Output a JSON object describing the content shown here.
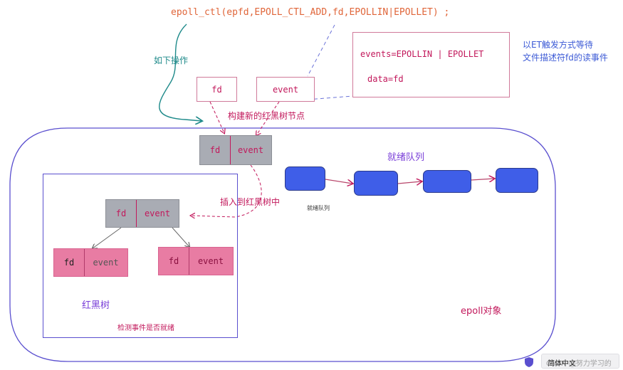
{
  "top_call": "epoll_ctl(epfd,EPOLL_CTL_ADD,fd,EPOLLIN|EPOLLET) ;",
  "note_operation": "如下操作",
  "input_fd": "fd",
  "input_event": "event",
  "event_detail": {
    "events": "events=EPOLLIN | EPOLLET",
    "data": "data=fd"
  },
  "side_note": [
    "以ET触发方式等待",
    "文件描述符fd的读事件"
  ],
  "build_node_label": "构建新的红黑树节点",
  "new_node": {
    "left": "fd",
    "right": "event"
  },
  "insert_label": "插入到红黑树中",
  "tree": {
    "root": {
      "left": "fd",
      "right": "event"
    },
    "left_child": {
      "left": "fd",
      "right": "event"
    },
    "right_child": {
      "left": "fd",
      "right": "event"
    },
    "title": "红黑树",
    "caption": "检测事件是否就绪"
  },
  "ready_queue": {
    "title": "就绪队列",
    "small_label": "就绪队列",
    "node_count": 4
  },
  "epoll_object_label": "epoll对象",
  "watermark": {
    "lang_button": "简体中文",
    "credit": "CSDN @努力学习的"
  },
  "colors": {
    "code": "#e0663a",
    "label_red": "#c2185b",
    "label_purple": "#7a3fd8",
    "note_blue": "#3d5bd6",
    "outline": "#5a4fcf",
    "gray_node": "#a9acb4",
    "pink_node": "#e87ca3",
    "blue_node": "#3f5ee8"
  }
}
